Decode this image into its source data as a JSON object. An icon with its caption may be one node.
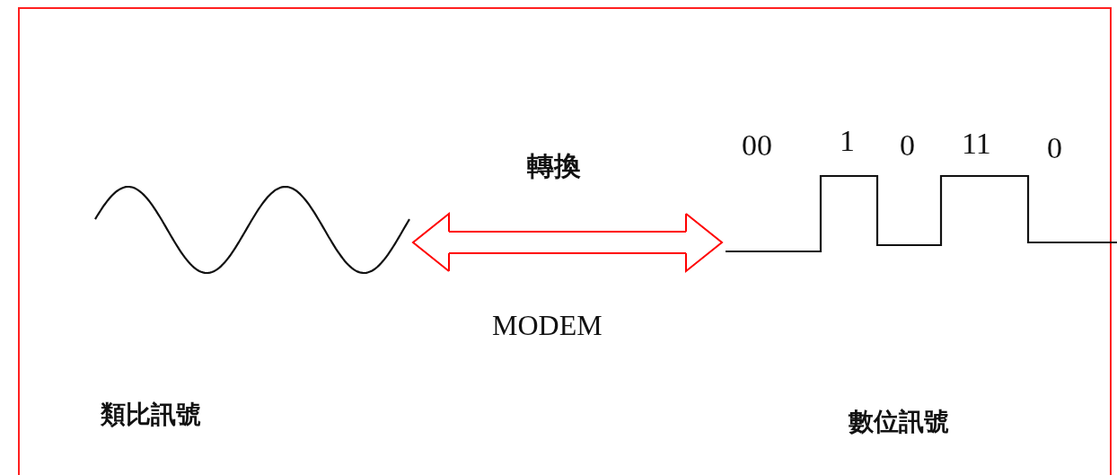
{
  "diagram": {
    "nodes": [
      {
        "text": [
          "類比訊號"
        ]
      },
      {
        "text": [
          "00",
          "1",
          "0",
          "11",
          "0",
          "數位訊號"
        ]
      }
    ],
    "edges": [
      {
        "from": 0,
        "to": 1,
        "arrow": "both",
        "label": "轉換",
        "color": "#ff0000"
      }
    ],
    "labels": [
      "MODEM"
    ]
  }
}
